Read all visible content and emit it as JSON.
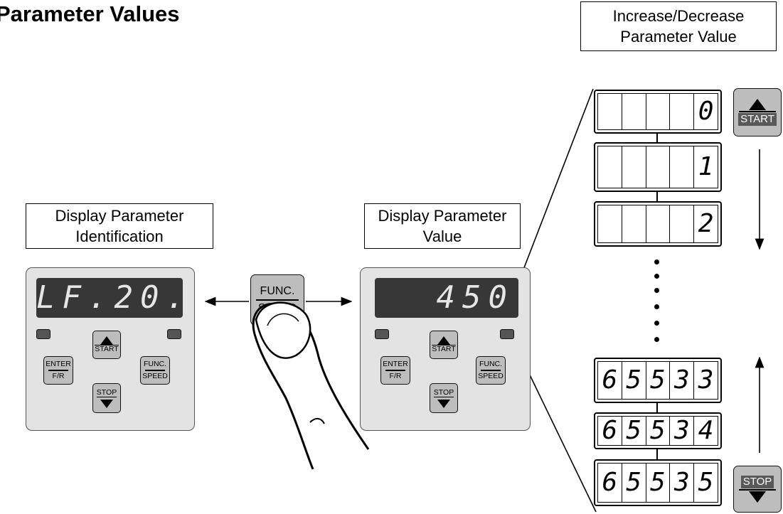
{
  "title": "Parameter Values",
  "label_left": [
    "Display Parameter",
    "Identification"
  ],
  "label_mid": [
    "Display Parameter",
    "Value"
  ],
  "label_right": [
    "Increase/Decrease",
    "Parameter Value"
  ],
  "panel_left": {
    "display": "LF.20.",
    "keys": {
      "enter": "ENTER",
      "fr": "F/R",
      "start": "START",
      "func": "FUNC.",
      "speed": "SPEED",
      "stop": "STOP"
    }
  },
  "panel_right": {
    "display": "450",
    "keys": {
      "enter": "ENTER",
      "fr": "F/R",
      "start": "START",
      "func": "FUNC.",
      "speed": "SPEED",
      "stop": "STOP"
    }
  },
  "func_key": {
    "top": "FUNC.",
    "bottom": "SPEED"
  },
  "sequence": [
    [
      "",
      "",
      "",
      "",
      "0"
    ],
    [
      "",
      "",
      "",
      "",
      "1"
    ],
    [
      "",
      "",
      "",
      "",
      "2"
    ],
    [
      "6",
      "5",
      "5",
      "3",
      "3"
    ],
    [
      "6",
      "5",
      "5",
      "3",
      "4"
    ],
    [
      "6",
      "5",
      "5",
      "3",
      "5"
    ]
  ],
  "start_key": "START",
  "stop_key": "STOP",
  "colors": {
    "panel": "#e3e3e3",
    "lcd": "#373737",
    "key": "#bdbdbd",
    "dark_label": "#595959"
  }
}
